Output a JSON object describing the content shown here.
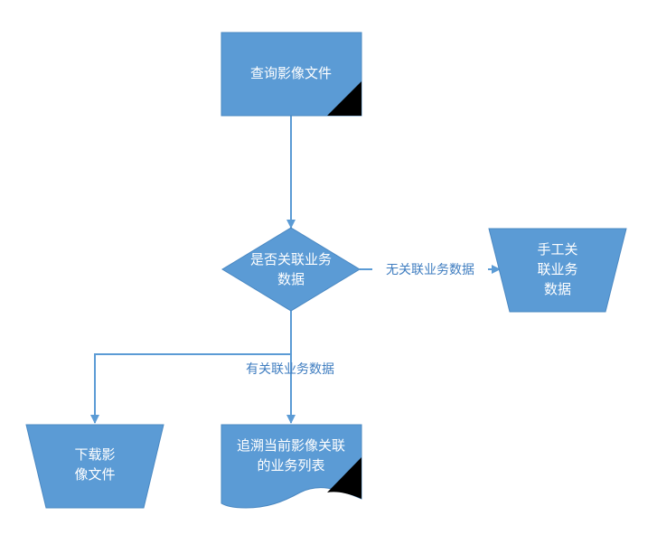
{
  "colors": {
    "shape_fill": "#5b9bd5",
    "shape_stroke": "#4a88c2",
    "arrow": "#5b9bd5",
    "label": "#3f7dc0",
    "corner_mark": "#000000"
  },
  "nodes": {
    "query": {
      "label": "查询影像文件"
    },
    "decision": {
      "label_line1": "是否关联业务",
      "label_line2": "数据"
    },
    "manual": {
      "label_line1": "手工关",
      "label_line2": "联业务",
      "label_line3": "数据"
    },
    "download": {
      "label_line1": "下载影",
      "label_line2": "像文件"
    },
    "trace": {
      "label_line1": "追溯当前影像关联",
      "label_line2": "的业务列表"
    }
  },
  "edges": {
    "no_link": {
      "label": "无关联业务数据"
    },
    "has_link": {
      "label": "有关联业务数据"
    }
  }
}
